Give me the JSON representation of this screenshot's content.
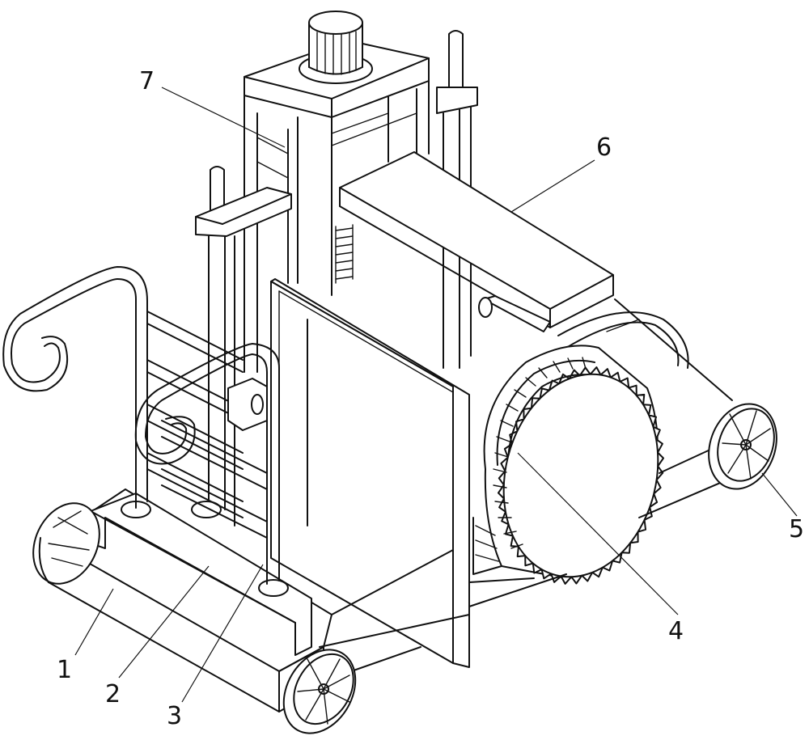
{
  "figure": {
    "callouts": [
      {
        "id": "1",
        "label": "1",
        "part": "base-frame"
      },
      {
        "id": "2",
        "label": "2",
        "part": "push-handle-base"
      },
      {
        "id": "3",
        "label": "3",
        "part": "push-handle"
      },
      {
        "id": "4",
        "label": "4",
        "part": "saw-blade"
      },
      {
        "id": "5",
        "label": "5",
        "part": "wheel"
      },
      {
        "id": "6",
        "label": "6",
        "part": "cross-arm"
      },
      {
        "id": "7",
        "label": "7",
        "part": "lifting-column"
      }
    ]
  }
}
